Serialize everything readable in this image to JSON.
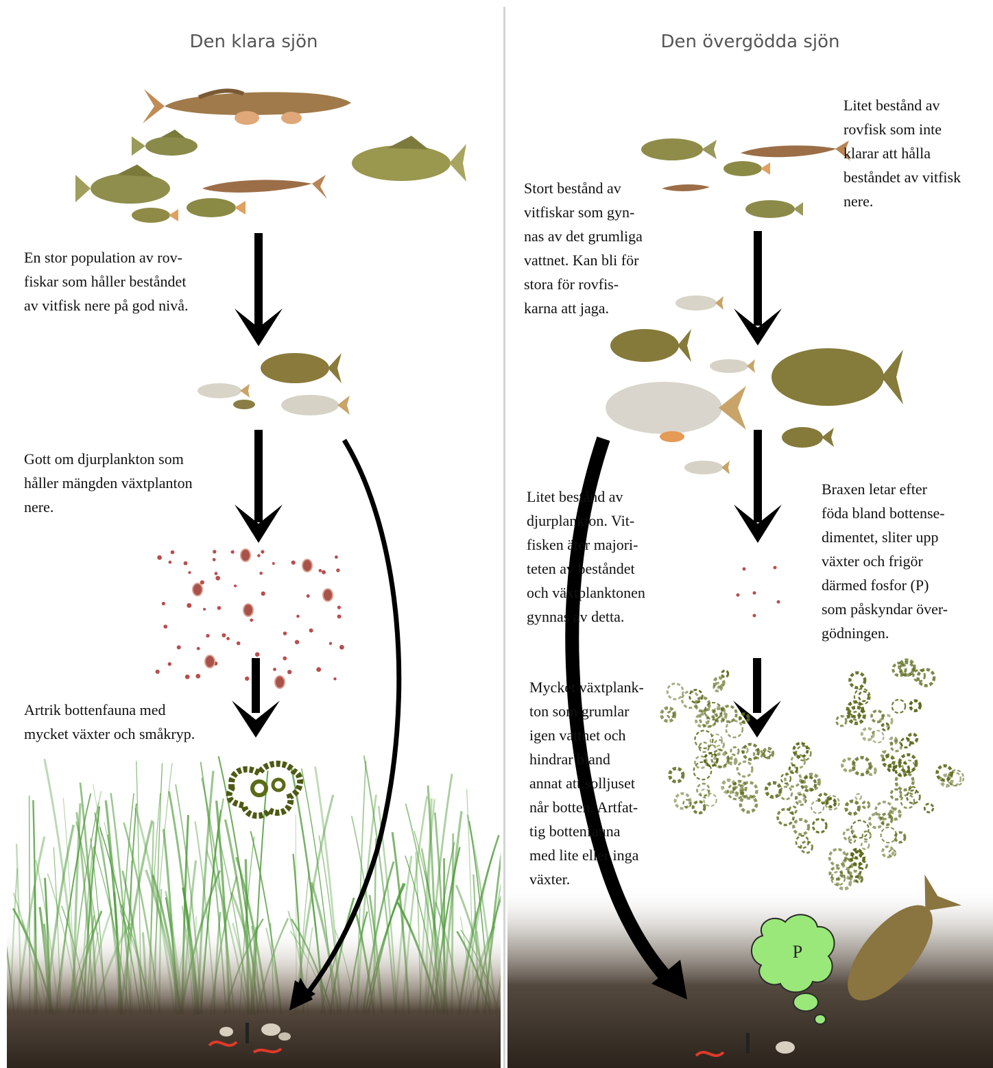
{
  "left": {
    "title": "Den klara sjön",
    "text_predators": "En stor population av rov-\nfiskar som håller beståndet\nav vitfisk nere på god nivå.",
    "text_zooplankton": "Gott om djurplankton som\nhåller mängden växtplanton\nnere.",
    "text_bottom": "Artrik bottenfauna med\nmycket växter och småkryp."
  },
  "right": {
    "title": "Den övergödda sjön",
    "text_predators": "Litet bestånd av\nrovfisk som inte\nklarar att hålla\nbeståndet av vitfisk\nnere.",
    "text_whitefish": "Stort bestånd av\nvitfiskar som gyn-\nnas av det grumliga\nvattnet. Kan bli för\nstora för rovfis-\nkarna att jaga.",
    "text_zooplankton": "Litet bestånd av\ndjurplankton. Vit-\nfisken äter majori-\nteten av beståndet\noch växtplanktonen\ngynnas av detta.",
    "text_bream": "Braxen letar efter\nföda bland bottense-\ndimentet, sliter upp\nväxter och frigör\ndärmed fosfor (P)\nsom påskyndar över-\ngödningen.",
    "text_phytoplankton": "Mycket växtplank-\nton som grumlar\nigen vattnet och\nhindrar bland\nannat att solljuset\nnår botten. Artfat-\ntig bottenfauna\nmed lite eller inga\nväxter.",
    "phosphorus_label": "P"
  },
  "colors": {
    "arrow": "#000000",
    "phosphorus_cloud": "#9be87a",
    "sediment": "#3b3026",
    "grass": "#4f9a3a",
    "algae": "#5a6a18"
  }
}
